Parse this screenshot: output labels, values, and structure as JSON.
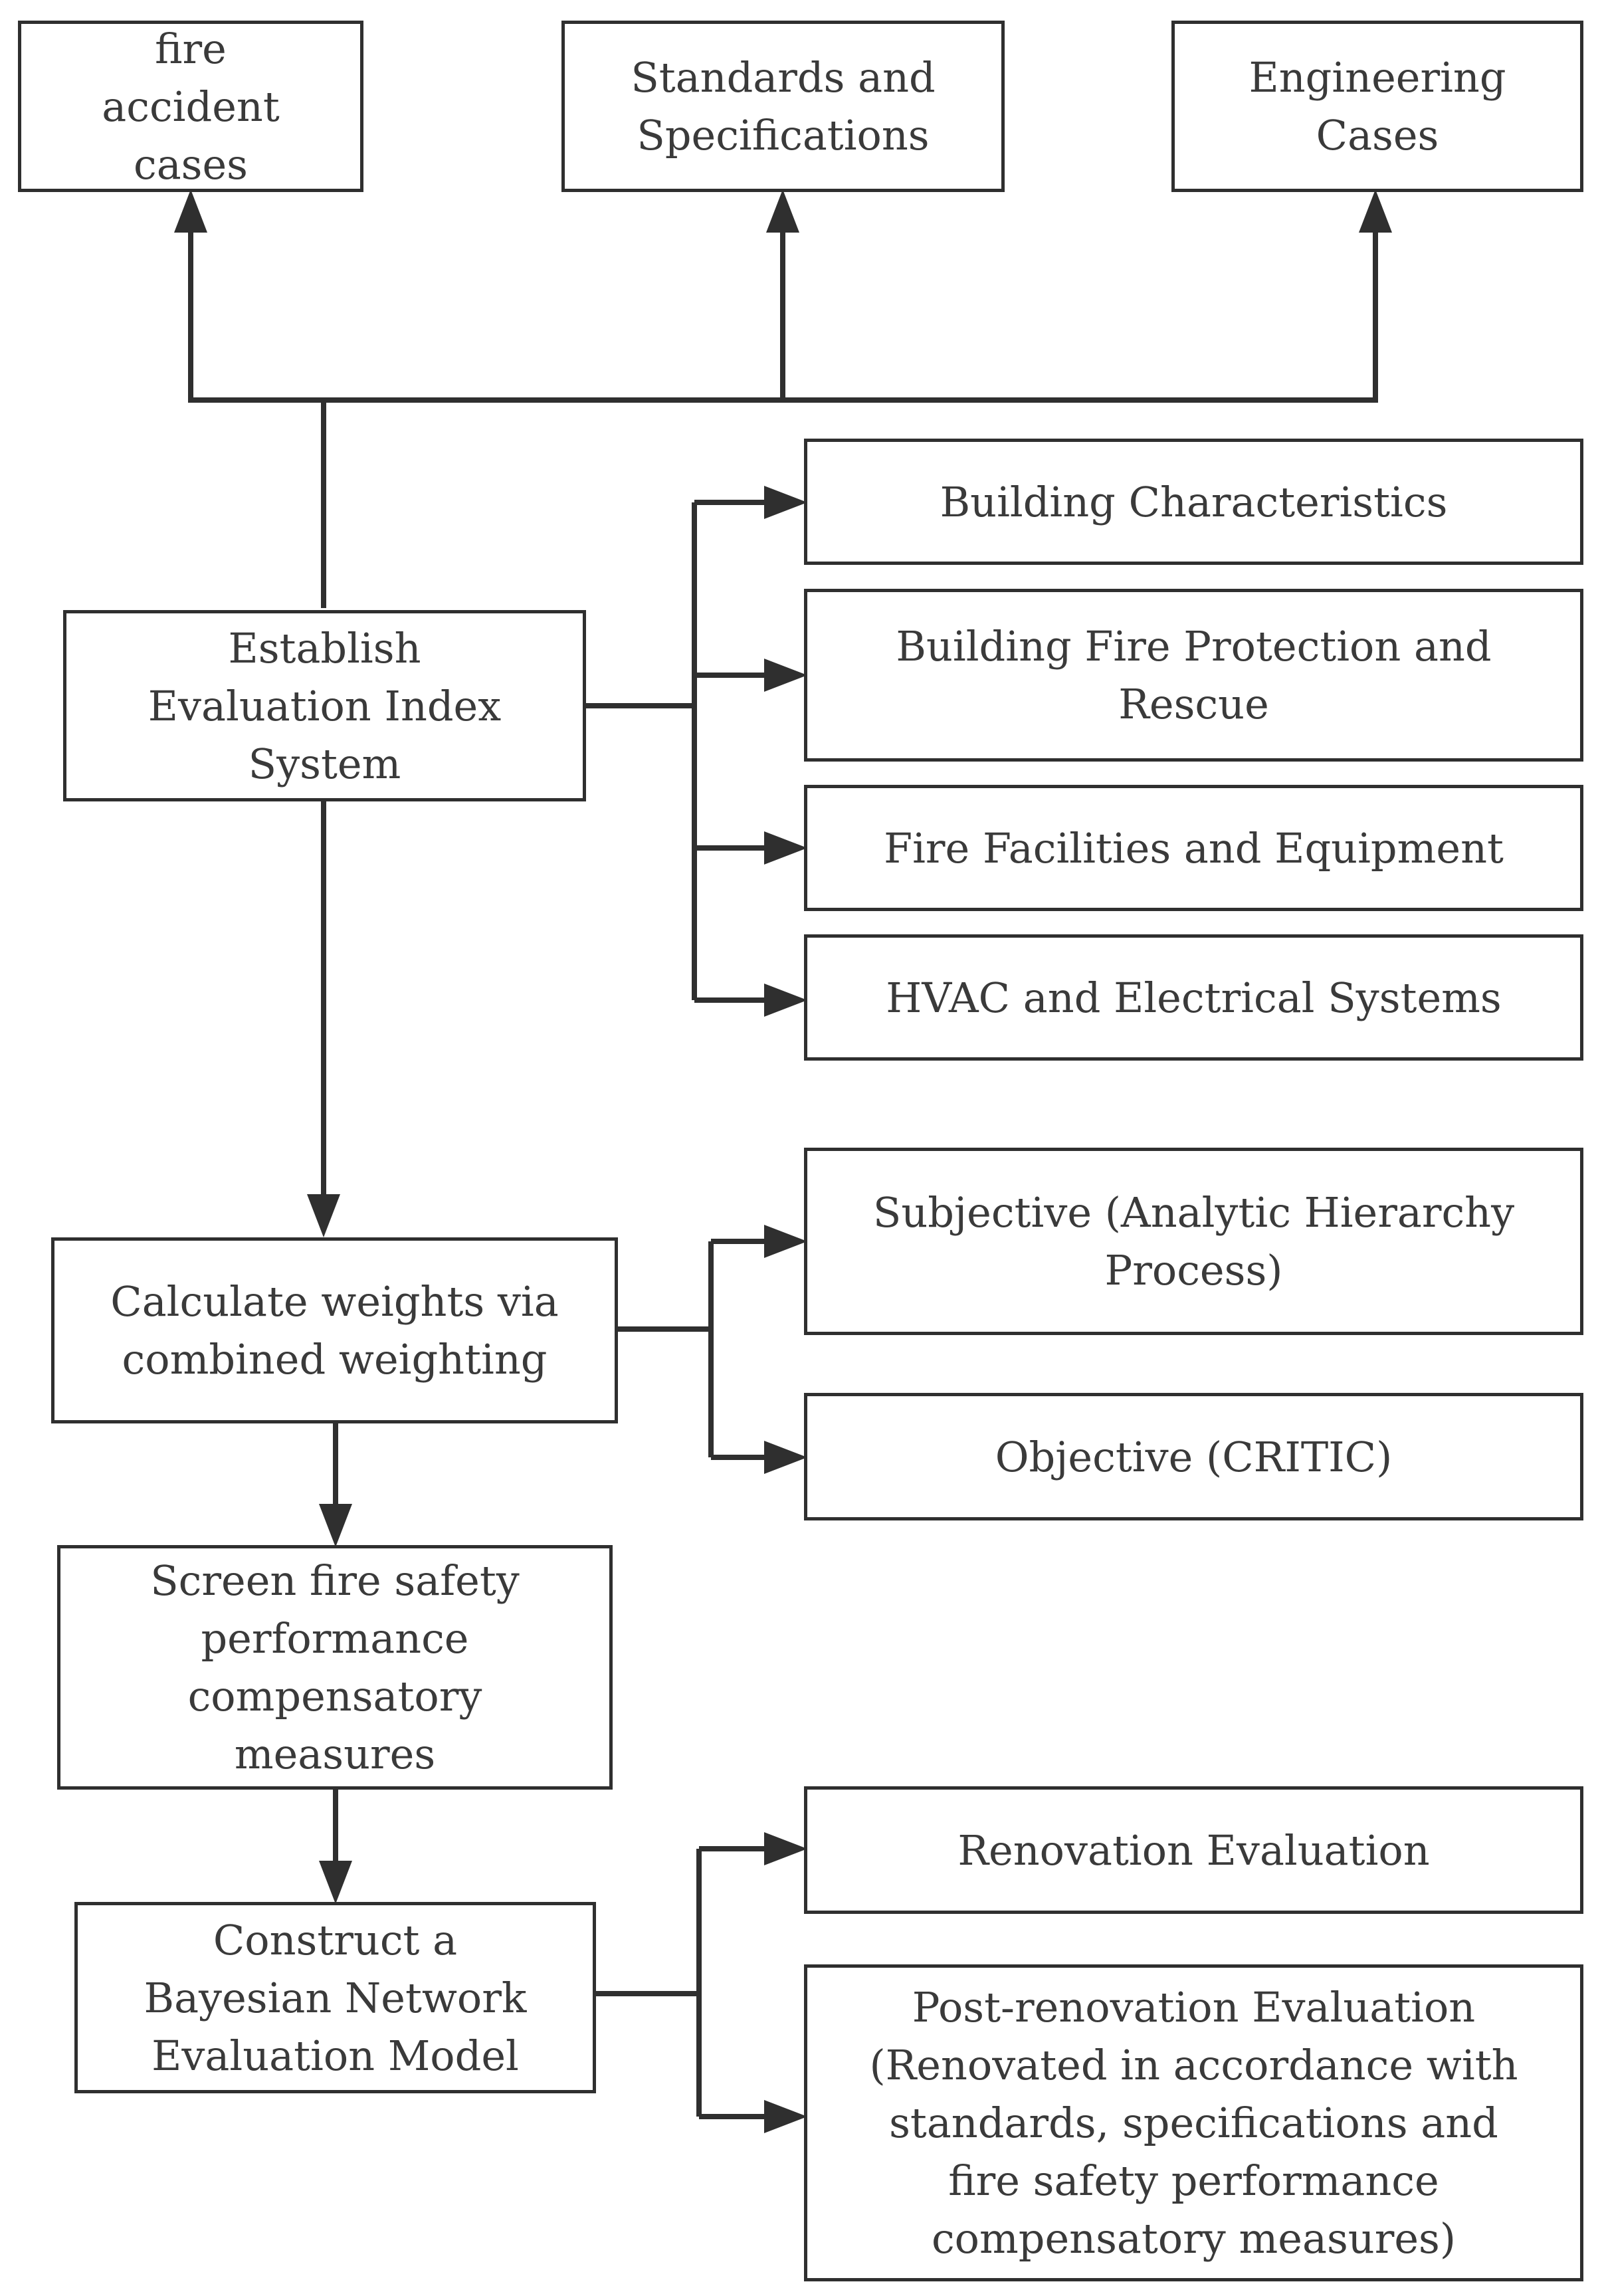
{
  "sources": {
    "fire_accident_cases": "fire\naccident\ncases",
    "standards_specifications": "Standards and\nSpecifications",
    "engineering_cases": "Engineering\nCases"
  },
  "index_system": {
    "label": "Establish\nEvaluation Index\nSystem",
    "categories": [
      "Building Characteristics",
      "Building Fire Protection and\nRescue",
      "Fire Facilities and Equipment",
      "HVAC and Electrical Systems"
    ]
  },
  "weighting": {
    "label": "Calculate weights via\ncombined weighting",
    "methods": [
      "Subjective (Analytic Hierarchy\nProcess)",
      "Objective (CRITIC)"
    ]
  },
  "screening": {
    "label": "Screen fire safety\nperformance\ncompensatory\nmeasures"
  },
  "bayesian_model": {
    "label": "Construct a\nBayesian Network\nEvaluation Model",
    "evaluations": [
      "Renovation Evaluation",
      "Post-renovation Evaluation\n(Renovated in accordance with\nstandards, specifications and\nfire safety performance\ncompensatory measures)"
    ]
  },
  "colors": {
    "stroke": "#2f2f2f",
    "text": "#3a3a3a",
    "background": "#ffffff"
  }
}
